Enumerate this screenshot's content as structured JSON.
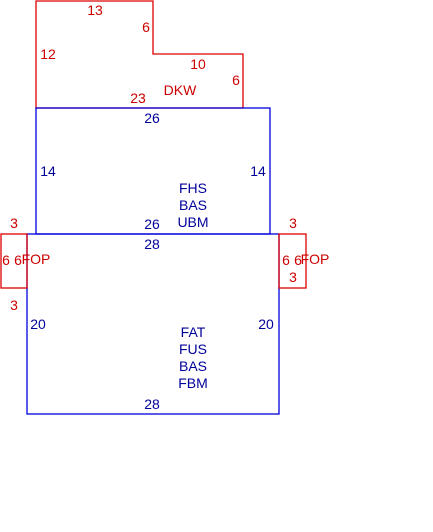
{
  "colors": {
    "blue": "#0000dd",
    "red": "#dd0000",
    "blue_text": "#000099",
    "red_text": "#cc0000"
  },
  "areas": {
    "deck": {
      "codes": [
        "DKW"
      ],
      "dims": {
        "top": "13",
        "notch_vertical": "6",
        "notch_horizontal": "10",
        "right": "6",
        "left": "12",
        "bottom": "23"
      }
    },
    "upper_floor": {
      "codes": [
        "FHS",
        "BAS",
        "UBM"
      ],
      "dims": {
        "top": "26",
        "left": "14",
        "right": "14",
        "bottom": "26"
      }
    },
    "main_floor": {
      "codes": [
        "FAT",
        "FUS",
        "BAS",
        "FBM"
      ],
      "dims": {
        "top": "28",
        "left": "20",
        "right": "20",
        "bottom": "28"
      }
    },
    "porch_left": {
      "code": "FOP",
      "dims": {
        "top": "3",
        "left": "6",
        "right": "6",
        "bottom": "3"
      }
    },
    "porch_right": {
      "code": "FOP",
      "dims": {
        "top": "3",
        "left": "6",
        "right": "6",
        "bottom": "3"
      }
    }
  }
}
